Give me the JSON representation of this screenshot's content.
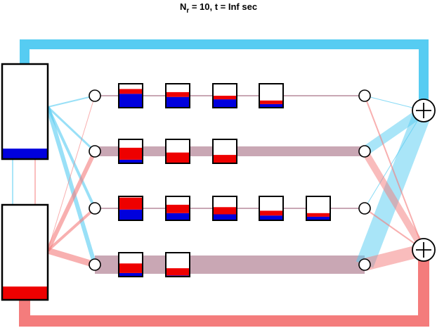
{
  "title": {
    "prefix": "N",
    "subscript": "r",
    "suffix": " = 10, t = Inf sec"
  },
  "colors": {
    "blue": "#0000dd",
    "red": "#ee0000",
    "blue_flow": "#56ccf2",
    "red_flow": "#f47c7c",
    "mixed_flow": "#c9a7b4"
  },
  "icons": [
    "plus-circle-icon",
    "node-circle-icon"
  ],
  "reservoirs": [
    {
      "name": "top-reservoir",
      "fill_color": "blue",
      "fill": 0.11
    },
    {
      "name": "bottom-reservoir",
      "fill_color": "red",
      "fill": 0.14
    }
  ],
  "channels": [
    {
      "tanks": [
        {
          "red": 0.2,
          "blue": 0.58
        },
        {
          "red": 0.2,
          "blue": 0.45
        },
        {
          "red": 0.15,
          "blue": 0.35
        },
        {
          "red": 0.15,
          "blue": 0.15
        }
      ]
    },
    {
      "tanks": [
        {
          "red": 0.5,
          "blue": 0.15
        },
        {
          "red": 0.45,
          "blue": 0.0
        },
        {
          "red": 0.35,
          "blue": 0.0
        }
      ]
    },
    {
      "tanks": [
        {
          "red": 0.5,
          "blue": 0.45
        },
        {
          "red": 0.35,
          "blue": 0.3
        },
        {
          "red": 0.3,
          "blue": 0.25
        },
        {
          "red": 0.2,
          "blue": 0.2
        },
        {
          "red": 0.15,
          "blue": 0.15
        }
      ]
    },
    {
      "tanks": [
        {
          "red": 0.4,
          "blue": 0.15
        },
        {
          "red": 0.3,
          "blue": 0.05
        }
      ]
    }
  ]
}
